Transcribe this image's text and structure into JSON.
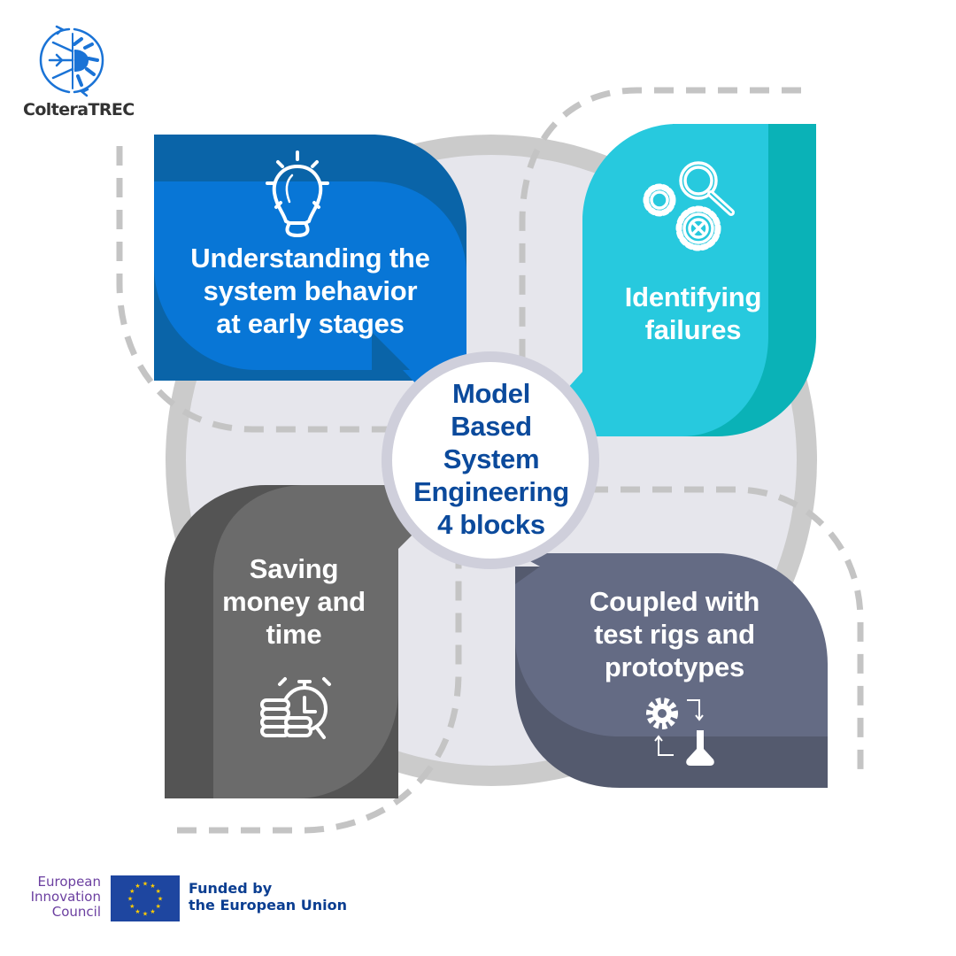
{
  "brand": {
    "name": "ColteraTREC",
    "logo_icon": "snowflake-sun-cycle-icon",
    "color": "#1a73d6"
  },
  "center": {
    "lines": [
      "Model",
      "Based",
      "System",
      "Engineering",
      "4 blocks"
    ],
    "color": "#0b4a9c"
  },
  "blocks": [
    {
      "id": "understanding",
      "lines": [
        "Understanding the",
        "system behavior",
        "at early stages"
      ],
      "icon": "lightbulb-icon",
      "color_main": "#0876d6",
      "color_shade": "#0a64a8"
    },
    {
      "id": "identifying",
      "lines": [
        "Identifying",
        "failures"
      ],
      "icon": "gears-magnifier-icon",
      "color_main": "#27c9de",
      "color_shade": "#0ab2b7"
    },
    {
      "id": "saving",
      "lines": [
        "Saving",
        "money and",
        "time"
      ],
      "icon": "coins-stopwatch-icon",
      "color_main": "#6b6b6b",
      "color_shade": "#545454"
    },
    {
      "id": "coupled",
      "lines": [
        "Coupled with",
        "test rigs and",
        "prototypes"
      ],
      "icon": "gear-flask-cycle-icon",
      "color_main": "#646b84",
      "color_shade": "#545a6e"
    }
  ],
  "ring": {
    "color": "#cbcbcb",
    "inner_color": "#e6e6ec"
  },
  "dash_color": "#c4c4c4",
  "footer": {
    "eic_lines": [
      "European",
      "Innovation",
      "Council"
    ],
    "eic_color": "#6b3fa0",
    "eu_flag_icon": "eu-flag-icon",
    "eu_lines": [
      "Funded by",
      "the European Union"
    ],
    "eu_color": "#0b3e91"
  }
}
